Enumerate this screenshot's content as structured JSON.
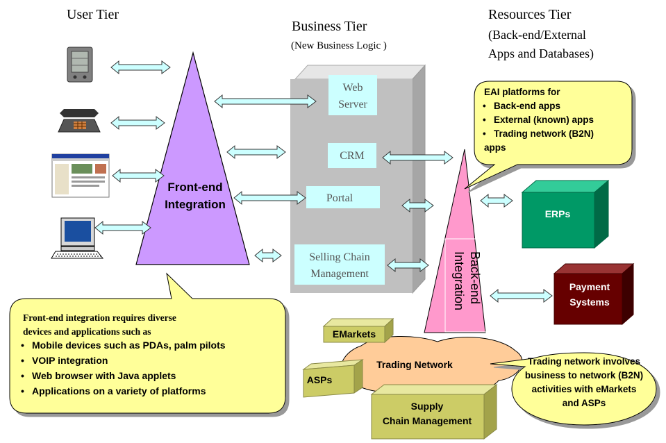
{
  "tiers": {
    "user": "User Tier",
    "business": "Business Tier",
    "business_sub": "(New Business Logic )",
    "resources": "Resources Tier",
    "resources_sub1": "(Back-end/External",
    "resources_sub2": "Apps and Databases)"
  },
  "frontend": {
    "line1": "Front-end",
    "line2": "Integration"
  },
  "backend": {
    "line1": "Back-end",
    "line2": "Integration"
  },
  "business_boxes": {
    "web_server_1": "Web",
    "web_server_2": "Server",
    "crm": "CRM",
    "portal": "Portal",
    "scm_1": "Selling Chain",
    "scm_2": "Management"
  },
  "eai_callout": {
    "title": "EAI platforms for",
    "items": [
      "Back-end apps",
      "External (known) apps",
      "Trading network (B2N)"
    ],
    "tail": "apps"
  },
  "frontend_callout": {
    "line1": "Front-end integration requires diverse",
    "line2": "devices and applications such as",
    "items": [
      "Mobile devices such as PDAs, palm pilots",
      "VOIP integration",
      "Web browser with Java applets",
      "Applications on a variety of platforms"
    ]
  },
  "trading_callout": {
    "lines": [
      "Trading network involves",
      "business to network (B2N)",
      "activities with eMarkets",
      "and ASPs"
    ]
  },
  "resources": {
    "erps": "ERPs",
    "payment_1": "Payment",
    "payment_2": "Systems"
  },
  "network": {
    "label": "Trading Network",
    "emarkets": "EMarkets",
    "asps": "ASPs",
    "supply_1": "Supply",
    "supply_2": "Chain Management"
  },
  "bullet": "•",
  "colors": {
    "frontend_triangle": "#cc99ff",
    "backend_triangle": "#ff99cc",
    "business_tier": "#c0c0c0",
    "business_box": "#ccffff",
    "callout": "#ffff99",
    "erp": "#009966",
    "payment": "#660000",
    "network_cloud": "#ffcc99",
    "block": "#cccc66"
  }
}
